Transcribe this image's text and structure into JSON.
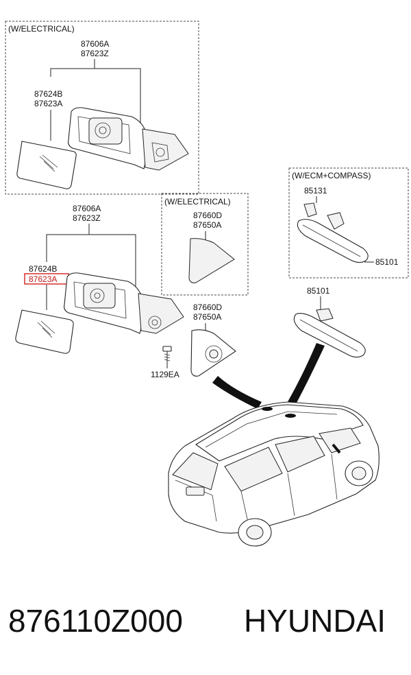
{
  "diagram": {
    "upper_mirror_group": {
      "note": "(W/ELECTRICAL)",
      "assembly_label_1": "87606A",
      "assembly_label_2": "87623Z",
      "glass_label_1": "87624B",
      "glass_label_2": "87623A"
    },
    "lower_mirror_group": {
      "assembly_label_1": "87606A",
      "assembly_label_2": "87623Z",
      "glass_label_1": "87624B",
      "glass_label_2_highlighted": "87623A",
      "screw_label": "1129EA"
    },
    "garnish_electrical_group": {
      "note": "(W/ELECTRICAL)",
      "label_1": "87660D",
      "label_2": "87650A"
    },
    "garnish_group": {
      "label_1": "87660D",
      "label_2": "87650A"
    },
    "inside_mirror_ecm_group": {
      "note": "(W/ECM+COMPASS)",
      "cover_label": "85131",
      "mirror_label": "85101"
    },
    "inside_mirror_group": {
      "mirror_label": "85101"
    },
    "highlight_color": "#d21f1f"
  },
  "footer": {
    "part_number": "876110Z000",
    "brand": "HYUNDAI"
  }
}
